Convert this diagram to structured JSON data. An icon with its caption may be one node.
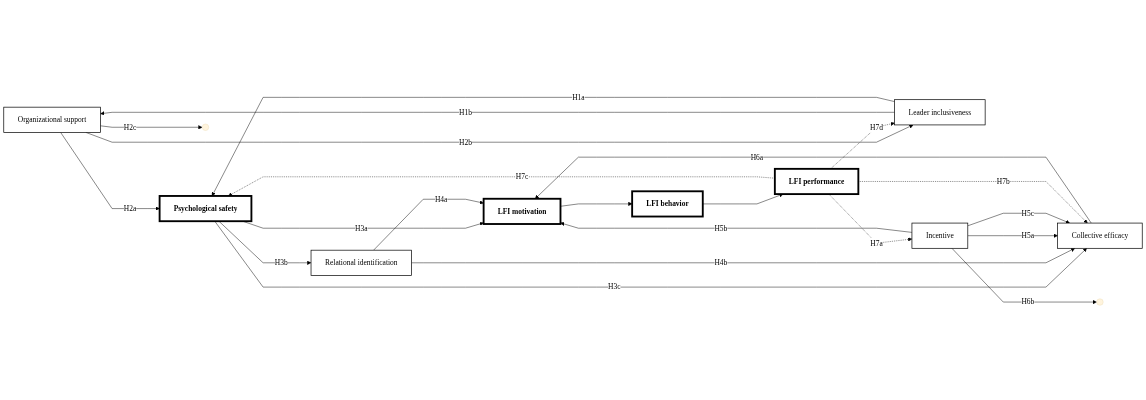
{
  "diagram": {
    "nodes": [
      {
        "text": [
          "Organizational support"
        ]
      },
      {
        "text": [
          "Psychological safety"
        ]
      },
      {
        "text": [
          "Relational identification"
        ]
      },
      {
        "text": [
          "LFI motivation"
        ]
      },
      {
        "text": [
          "LFI behavior"
        ]
      },
      {
        "text": [
          "LFI performance"
        ]
      },
      {
        "text": [
          "Collective efficacy"
        ]
      },
      {
        "text": [
          "Leader inclusiveness"
        ]
      },
      {
        "text": [
          "Incentive"
        ]
      }
    ],
    "edges": [
      {
        "from": 0,
        "to": 1,
        "arrow": "to",
        "label": "H2a"
      },
      {
        "from": 7,
        "to": 0,
        "arrow": "to",
        "label": "H1b"
      },
      {
        "from": 0,
        "to": null,
        "arrow": "to",
        "label": "H2c"
      },
      {
        "from": 0,
        "to": 7,
        "arrow": "to",
        "label": "H2b"
      },
      {
        "from": 7,
        "to": 1,
        "arrow": "to",
        "label": "H1a"
      },
      {
        "from": 1,
        "to": 2,
        "arrow": "to",
        "label": "H3b"
      },
      {
        "from": 1,
        "to": 3,
        "arrow": "to",
        "label": "H3a"
      },
      {
        "from": 1,
        "to": 6,
        "arrow": "to",
        "label": "H3c"
      },
      {
        "from": 2,
        "to": 3,
        "arrow": "to",
        "label": "H4a"
      },
      {
        "from": 2,
        "to": 6,
        "arrow": "to",
        "label": "H4b"
      },
      {
        "from": 6,
        "to": 3,
        "arrow": "to",
        "label": "H6a"
      },
      {
        "from": 8,
        "to": 6,
        "arrow": "to",
        "label": "H5a"
      },
      {
        "from": 8,
        "to": 6,
        "arrow": "to",
        "label": "H5c"
      },
      {
        "from": 8,
        "to": null,
        "arrow": "to",
        "label": "H6b"
      },
      {
        "from": 8,
        "to": 3,
        "arrow": "to",
        "label": "H5b"
      },
      {
        "from": 3,
        "to": 4,
        "arrow": "to"
      },
      {
        "from": 4,
        "to": 5,
        "arrow": "to"
      },
      {
        "from": 5,
        "to": 1,
        "arrow": "to",
        "label": "H7c",
        "style": "dashed"
      },
      {
        "from": 5,
        "to": 6,
        "arrow": "to",
        "label": "H7b",
        "style": "dashed"
      },
      {
        "from": 5,
        "to": 8,
        "arrow": "to",
        "label": "H7a",
        "style": "dashed"
      },
      {
        "from": 5,
        "to": 7,
        "arrow": "to",
        "label": "H7d",
        "style": "dashed"
      }
    ]
  }
}
